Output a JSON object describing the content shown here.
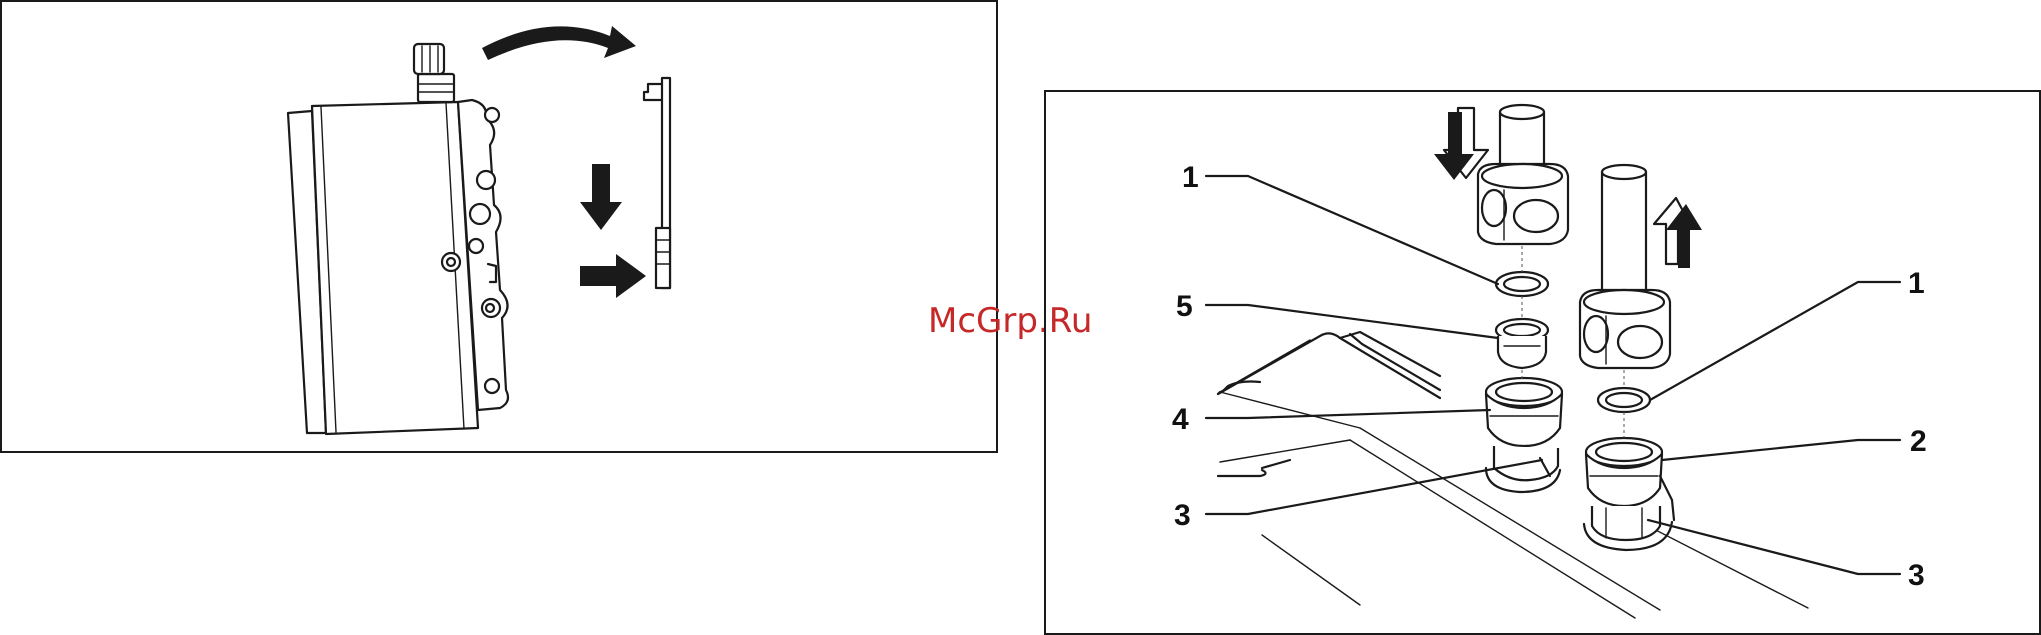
{
  "watermark": "McGrp.Ru",
  "callouts": {
    "left_1": "1",
    "left_5": "5",
    "left_4": "4",
    "left_3": "3",
    "right_1": "1",
    "right_2": "2",
    "right_3": "3"
  },
  "colors": {
    "ink": "#1a1a1a",
    "watermark": "#c62828",
    "background": "#ffffff"
  },
  "icons": [
    "arrow-down-icon",
    "arrow-right-icon",
    "curved-arrow-icon",
    "arrow-up-icon"
  ]
}
